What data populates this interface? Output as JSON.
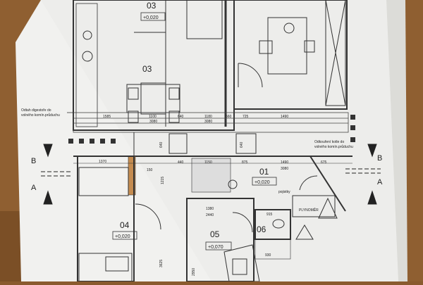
{
  "rooms": {
    "r03": {
      "number": "03",
      "level": "+0,020"
    },
    "r04": {
      "number": "04",
      "level": "+0,020"
    },
    "r05": {
      "number": "05",
      "level": "+0,070"
    },
    "r01": {
      "number": "01",
      "level": "+0,020"
    },
    "r06": {
      "number": "06"
    }
  },
  "section_marks": {
    "left_top": "B",
    "left_bottom": "A",
    "right_top": "B",
    "right_bottom": "A"
  },
  "notes": {
    "hood_line1": "Odtah digestoře do",
    "hood_line2": "volného komín.průduchu",
    "boiler_line1": "Odkouření kotle do",
    "boiler_line2": "volného komín.průduchu",
    "pojistky": "pojistky",
    "plynomer": "PLYNOMĚR"
  },
  "dimensions": {
    "d1585": "1585",
    "d1100a": "1100",
    "d640a": "640",
    "d1180a": "1180",
    "d560": "560",
    "d725": "725",
    "d1490a": "1490",
    "d3080a": "3080",
    "d3080b": "3080",
    "d3080c": "3080",
    "d1370": "1370",
    "d150": "150",
    "d440": "440",
    "d1150": "1150",
    "d875": "875",
    "d1490b": "1490",
    "d675": "675",
    "d640b": "640",
    "d640c": "640",
    "d1215": "1215",
    "d1380": "1380",
    "d2440": "2440",
    "d915": "915",
    "d3625": "3625",
    "d2950": "2950",
    "d930": "930"
  }
}
